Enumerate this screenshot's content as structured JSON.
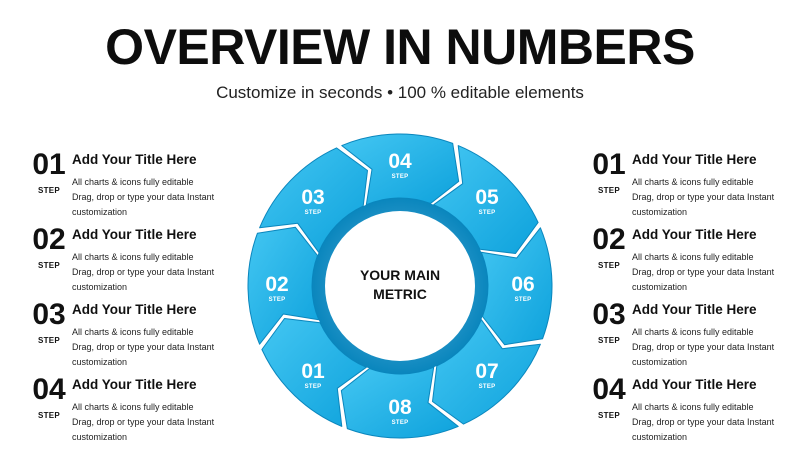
{
  "title": "OVERVIEW IN NUMBERS",
  "subtitle": "Customize in seconds • 100 % editable elements",
  "step_label": "STEP",
  "left_steps": [
    {
      "num": "01",
      "title": "Add Your Title Here",
      "desc": [
        "All charts & icons fully editable",
        "Drag, drop or type your data Instant",
        "customization"
      ]
    },
    {
      "num": "02",
      "title": "Add Your Title Here",
      "desc": [
        "All charts & icons fully editable",
        "Drag, drop or type your data Instant",
        "customization"
      ]
    },
    {
      "num": "03",
      "title": "Add Your Title Here",
      "desc": [
        "All charts & icons fully editable",
        "Drag, drop or type your data Instant",
        "customization"
      ]
    },
    {
      "num": "04",
      "title": "Add Your Title Here",
      "desc": [
        "All charts & icons fully editable",
        "Drag, drop or type your data Instant",
        "customization"
      ]
    }
  ],
  "right_steps": [
    {
      "num": "01",
      "title": "Add Your Title Here",
      "desc": [
        "All charts & icons fully editable",
        "Drag, drop or type your data Instant",
        "customization"
      ]
    },
    {
      "num": "02",
      "title": "Add Your Title Here",
      "desc": [
        "All charts & icons fully editable",
        "Drag, drop or type your data Instant",
        "customization"
      ]
    },
    {
      "num": "03",
      "title": "Add Your Title Here",
      "desc": [
        "All charts & icons fully editable",
        "Drag, drop or type your data Instant",
        "customization"
      ]
    },
    {
      "num": "04",
      "title": "Add Your Title Here",
      "desc": [
        "All charts & icons fully editable",
        "Drag, drop or type your data Instant",
        "customization"
      ]
    }
  ],
  "wheel": {
    "center_label": [
      "YOUR MAIN",
      "METRIC"
    ],
    "segments": [
      "01",
      "02",
      "03",
      "04",
      "05",
      "06",
      "07",
      "08"
    ],
    "segment_step_label": "STEP",
    "colors": {
      "segment_light": "#43c6f2",
      "segment_dark": "#0ea2dc",
      "edge": "#0a86bd",
      "inner_ring": "#1a8fc4"
    }
  }
}
